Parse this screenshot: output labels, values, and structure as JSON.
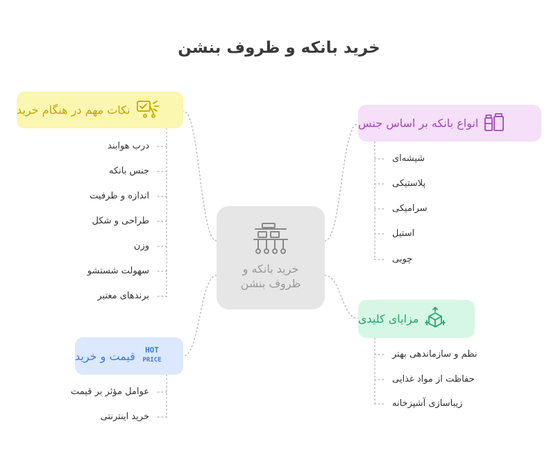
{
  "title": "خرید بانکه و ظروف بنشن",
  "center": {
    "label_line1": "خرید بانکه و",
    "label_line2": "ظروف بنشن",
    "icon": "kitchen-shelf-icon"
  },
  "branches": {
    "tips": {
      "label": "نکات مهم در هنگام خرید",
      "icon": "shopping-cart-check-icon",
      "color": "#c4a600",
      "items": [
        "درب هوابند",
        "جنس بانکه",
        "اندازه و ظرفیت",
        "طراحی و شکل",
        "وزن",
        "سهولت شستشو",
        "برندهای معتبر"
      ]
    },
    "types": {
      "label": "انواع بانکه بر اساس جنس",
      "icon": "jars-icon",
      "color": "#a349b8",
      "items": [
        "شیشه‌ای",
        "پلاستیکی",
        "سرامیکی",
        "استیل",
        "چوبی"
      ]
    },
    "benefits": {
      "label": "مزایای کلیدی",
      "icon": "box-arrows-icon",
      "color": "#24a86a",
      "items": [
        "نظم و سازماندهی بهتر",
        "حفاظت از مواد غذایی",
        "زیباسازی آشپزخانه"
      ]
    },
    "price": {
      "label": "قیمت و خرید",
      "icon": "hot-price-icon",
      "icon_text_top": "HOT",
      "icon_text_bottom": "PRICE",
      "color": "#3c7ce0",
      "items": [
        "عوامل مؤثر بر قیمت",
        "خرید اینترنتی"
      ]
    }
  }
}
